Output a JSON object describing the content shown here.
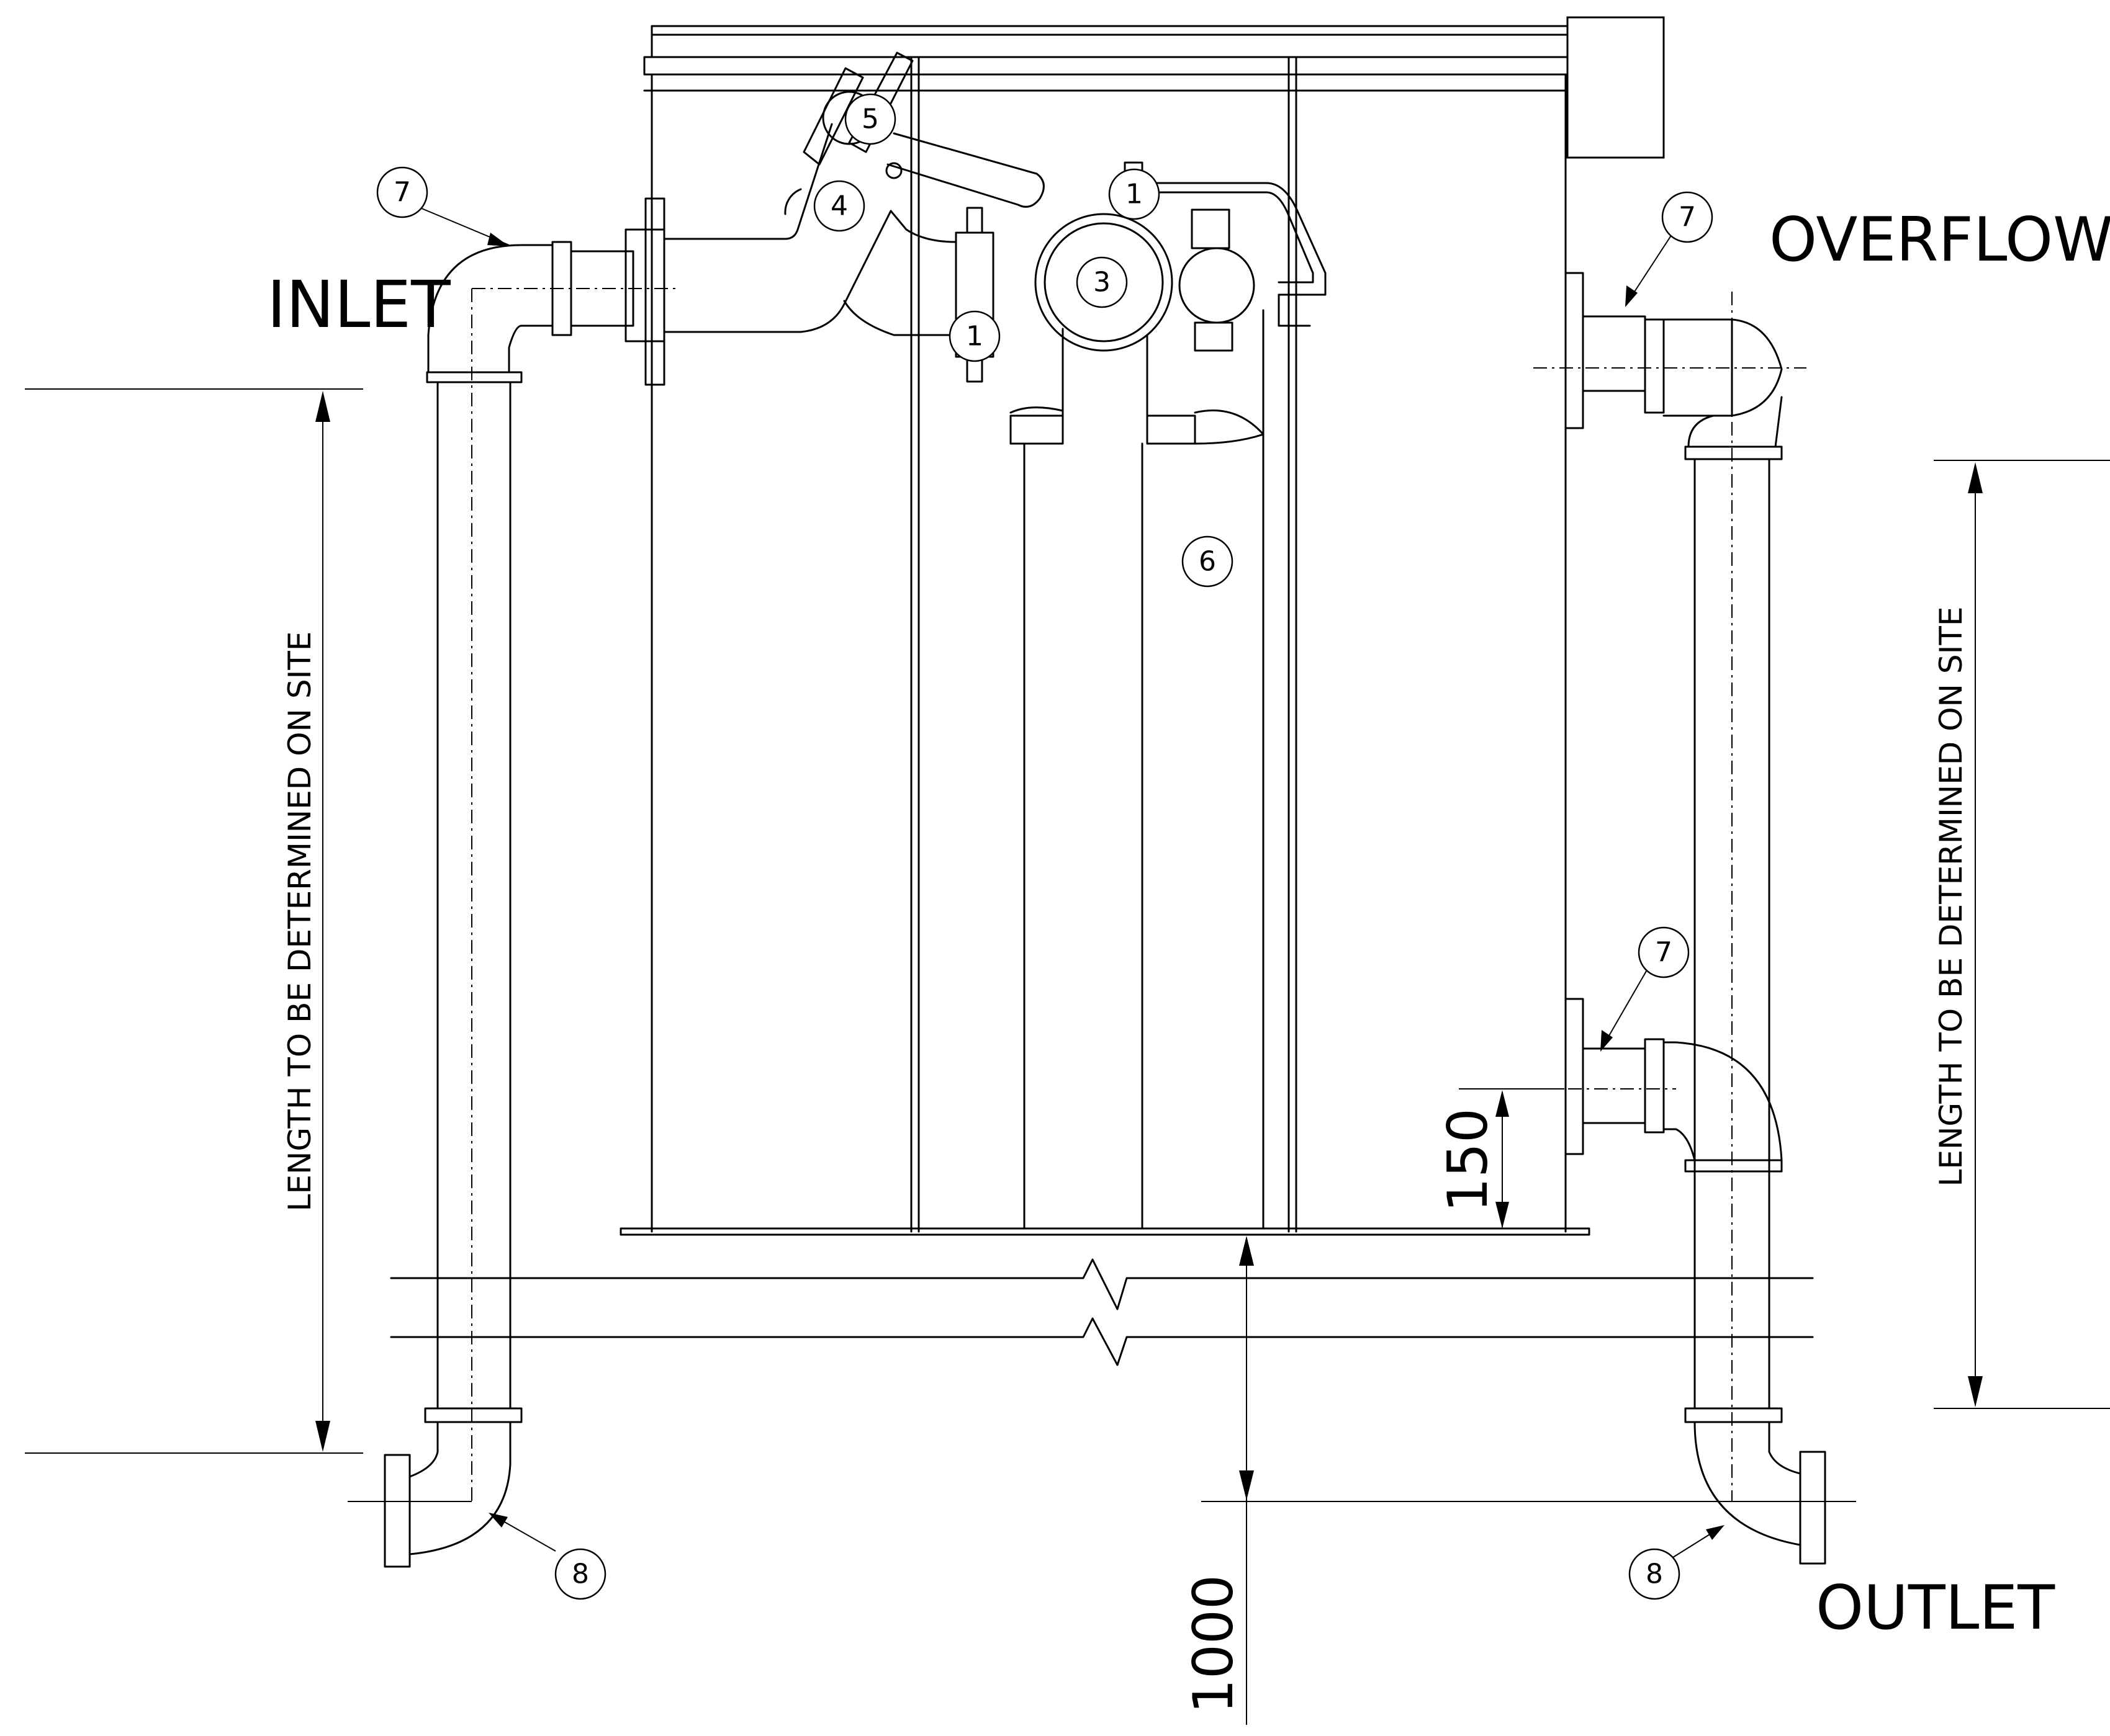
{
  "labels": {
    "inlet": "INLET",
    "overflow": "OVERFLOW",
    "outlet": "OUTLET"
  },
  "dimensions": {
    "left_length": "LENGTH TO BE DETERMINED ON SITE",
    "right_length": "LENGTH TO BE DETERMINED ON SITE",
    "dim_150": "150",
    "dim_1000": "1000"
  },
  "callouts": {
    "float_valve_upper": "1",
    "float_valve_lower": "1",
    "pump": "3",
    "inlet_pipe": "4",
    "pivot": "5",
    "column": "6",
    "inlet_elbow": "7",
    "overflow_elbow": "7",
    "outlet_elbow": "7",
    "left_bottom_elbow": "8",
    "right_bottom_elbow": "8"
  }
}
